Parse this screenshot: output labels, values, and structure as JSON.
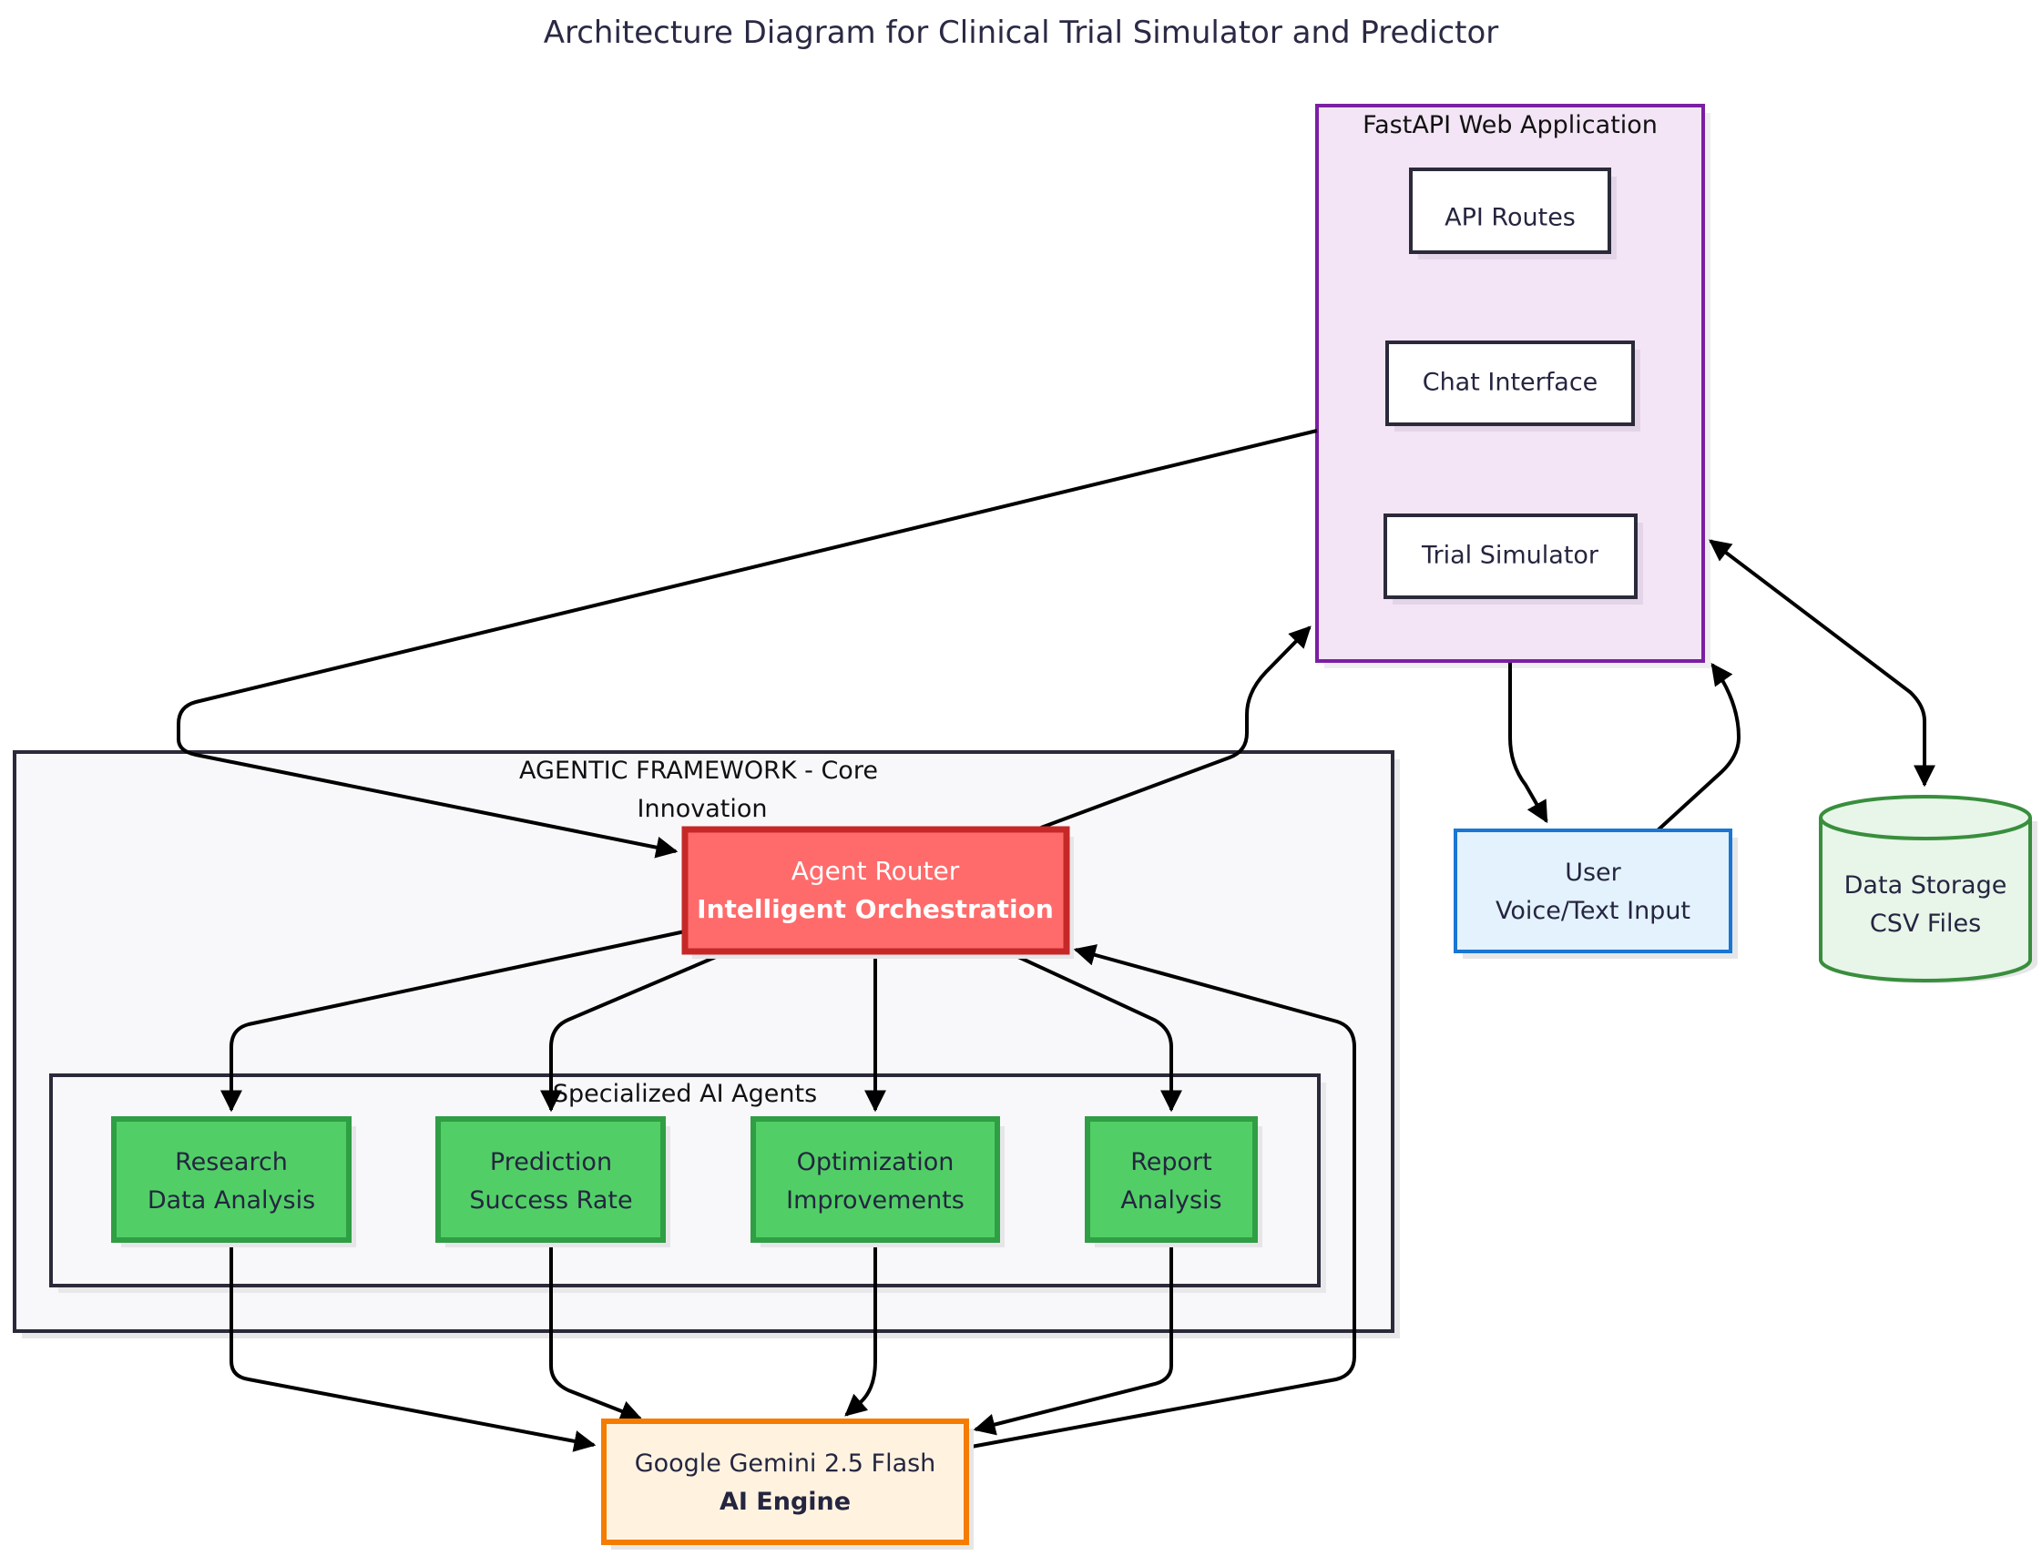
{
  "title": "Architecture Diagram for Clinical Trial Simulator and Predictor",
  "groups": {
    "fastapi": {
      "label": "FastAPI Web Application",
      "fill": "#f3e5f5",
      "stroke": "#7b1fa2"
    },
    "framework": {
      "label_line1": "AGENTIC FRAMEWORK - Core",
      "label_line2": "Innovation",
      "fill": "#f8f8fa",
      "stroke": "#2a2a3a"
    },
    "specialized": {
      "label": "Specialized AI Agents",
      "fill": "#f8f8fa",
      "stroke": "#2a2a3a"
    }
  },
  "nodes": {
    "api_routes": {
      "label": "API Routes"
    },
    "chat_interface": {
      "label": "Chat Interface"
    },
    "trial_simulator": {
      "label": "Trial Simulator"
    },
    "agent_router": {
      "line1": "Agent Router",
      "line2": "Intelligent Orchestration",
      "fill": "#ff6b6b",
      "stroke": "#c62828"
    },
    "research": {
      "line1": "Research",
      "line2": "Data Analysis"
    },
    "prediction": {
      "line1": "Prediction",
      "line2": "Success Rate"
    },
    "optimization": {
      "line1": "Optimization",
      "line2": "Improvements"
    },
    "report": {
      "line1": "Report",
      "line2": "Analysis"
    },
    "user": {
      "line1": "User",
      "line2": "Voice/Text Input",
      "fill": "#e3f2fd",
      "stroke": "#1976d2"
    },
    "data_storage": {
      "line1": "Data Storage",
      "line2": "CSV Files",
      "fill": "#e8f5e9",
      "stroke": "#388e3c"
    },
    "gemini": {
      "line1": "Google Gemini 2.5 Flash",
      "line2": "AI Engine",
      "fill": "#fff3e0",
      "stroke": "#f57c00"
    }
  },
  "agent_colors": {
    "fill": "#51cf66",
    "stroke": "#2f9e44"
  },
  "edges": [
    {
      "from": "FastAPI Web Application",
      "to": "Agent Router"
    },
    {
      "from": "Agent Router",
      "to": "FastAPI Web Application"
    },
    {
      "from": "FastAPI Web Application",
      "to": "User"
    },
    {
      "from": "User",
      "to": "FastAPI Web Application"
    },
    {
      "from": "FastAPI Web Application",
      "to": "Data Storage",
      "bidirectional": true
    },
    {
      "from": "Agent Router",
      "to": "Research"
    },
    {
      "from": "Agent Router",
      "to": "Prediction"
    },
    {
      "from": "Agent Router",
      "to": "Optimization"
    },
    {
      "from": "Agent Router",
      "to": "Report"
    },
    {
      "from": "Research",
      "to": "Google Gemini 2.5 Flash"
    },
    {
      "from": "Prediction",
      "to": "Google Gemini 2.5 Flash"
    },
    {
      "from": "Optimization",
      "to": "Google Gemini 2.5 Flash"
    },
    {
      "from": "Report",
      "to": "Google Gemini 2.5 Flash"
    },
    {
      "from": "Google Gemini 2.5 Flash",
      "to": "Agent Router"
    }
  ]
}
